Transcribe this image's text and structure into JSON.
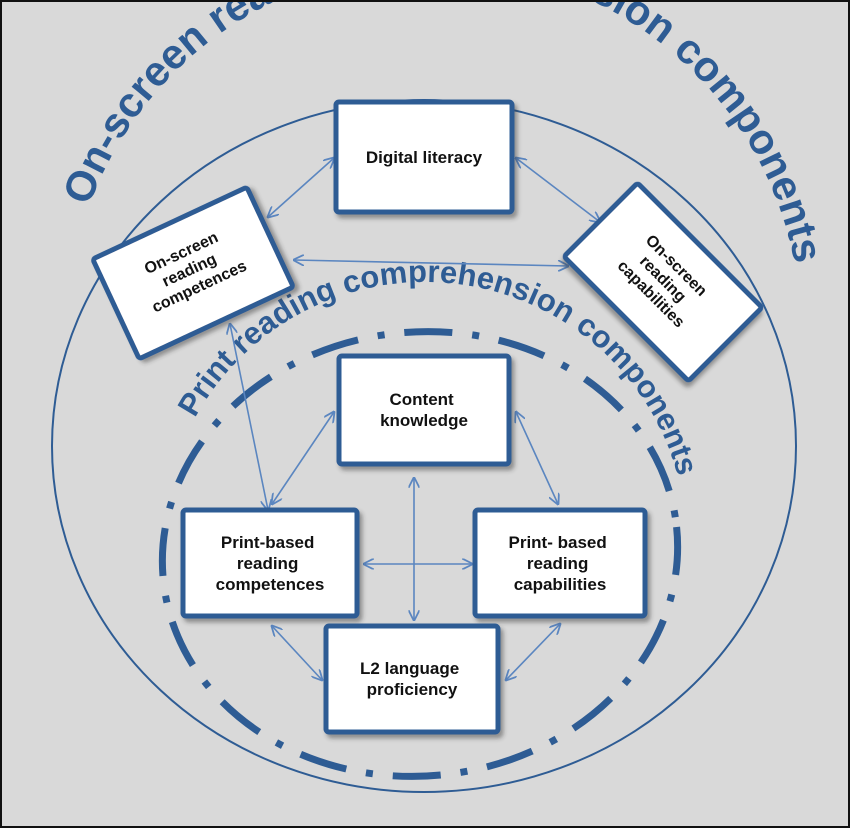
{
  "outer_title": "On-screen reading comprehension components",
  "inner_title": "Print reading comprehension components",
  "boxes": {
    "digital_literacy": [
      "Digital literacy"
    ],
    "onscreen_competences": [
      "On-screen",
      "reading",
      "competences"
    ],
    "onscreen_capabilities": [
      "On-screen",
      "reading",
      "capabilities"
    ],
    "content_knowledge": [
      "Content",
      "knowledge"
    ],
    "print_competences": [
      "Print-based",
      "reading",
      "competences"
    ],
    "print_capabilities": [
      "Print- based",
      "reading",
      "capabilities"
    ],
    "l2_proficiency": [
      "L2 language",
      "proficiency"
    ]
  },
  "colors": {
    "background": "#d9d9d9",
    "accent": "#2e5c94",
    "box_fill": "#ffffff",
    "arrow": "#5b86c0"
  }
}
